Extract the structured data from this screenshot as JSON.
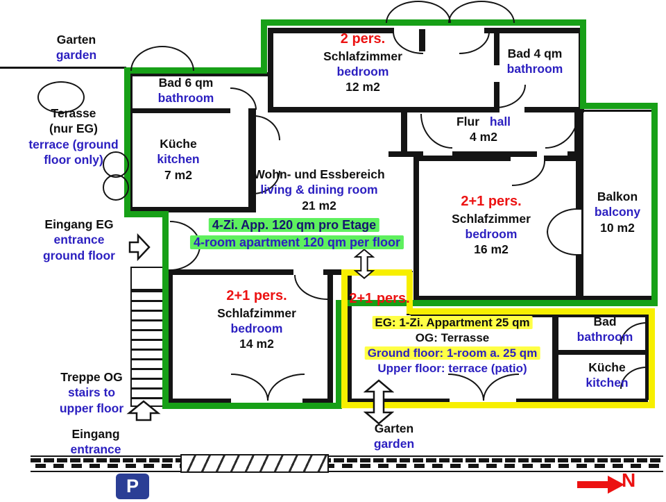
{
  "colors": {
    "apartment4_outline": "#17a017",
    "apartment1_outline": "#f7ef00",
    "german_text": "#101010",
    "english_text": "#2b1fc0",
    "persons_text": "#ec1212",
    "green_highlight": "#5ef05e",
    "yellow_highlight": "#ffff45",
    "parking_bg": "#2b3e95",
    "north_arrow": "#ec1212"
  },
  "labels": {
    "garden_top": {
      "de": "Garten",
      "en": "garden"
    },
    "terrace": {
      "de1": "Terasse",
      "de2": "(nur EG)",
      "en1": "terrace (ground",
      "en2": "floor only)"
    },
    "bath6": {
      "de": "Bad 6 qm",
      "en": "bathroom"
    },
    "kitchen7": {
      "de": "Küche",
      "en": "kitchen",
      "size": "7 m2"
    },
    "bedroom12": {
      "pers": "2 pers.",
      "de": "Schlafzimmer",
      "en": "bedroom",
      "size": "12 m2"
    },
    "bath4": {
      "de": "Bad 4 qm",
      "en": "bathroom"
    },
    "hall": {
      "de": "Flur",
      "en": "hall",
      "size": "4 m2"
    },
    "living": {
      "de": "Wohn- und Essbereich",
      "en": "living & dining room",
      "size": "21 m2"
    },
    "bedroom16": {
      "pers": "2+1 pers.",
      "de": "Schlafzimmer",
      "en": "bedroom",
      "size": "16 m2"
    },
    "balcony": {
      "de": "Balkon",
      "en": "balcony",
      "size": "10 m2"
    },
    "entrance_eg": {
      "de": "Eingang EG",
      "en1": "entrance",
      "en2": "ground floor"
    },
    "apartment4": {
      "line1_de": "4-Zi. App. 120 qm pro Etage",
      "line2_en": "4-room apartment 120 qm per floor"
    },
    "bedroom14": {
      "pers": "2+1 pers.",
      "de": "Schlafzimmer",
      "en": "bedroom",
      "size": "14 m2"
    },
    "apartment1": {
      "pers": "2+1 pers.",
      "line1_de": "EG: 1-Zi. Appartment 25 qm",
      "line2_de": "OG: Terrasse",
      "line3_en": "Ground floor: 1-room a. 25 qm",
      "line4_en": "Upper floor: terrace (patio)"
    },
    "bath_small": {
      "de": "Bad",
      "en": "bathroom"
    },
    "kitchen_small": {
      "de": "Küche",
      "en": "kitchen"
    },
    "stairs": {
      "de": "Treppe OG",
      "en1": "stairs to",
      "en2": "upper floor"
    },
    "entrance_gate": {
      "de": "Eingang",
      "en": "entrance"
    },
    "garden_bottom": {
      "de": "Garten",
      "en": "garden"
    },
    "parking_sign": "P",
    "north": "N"
  }
}
